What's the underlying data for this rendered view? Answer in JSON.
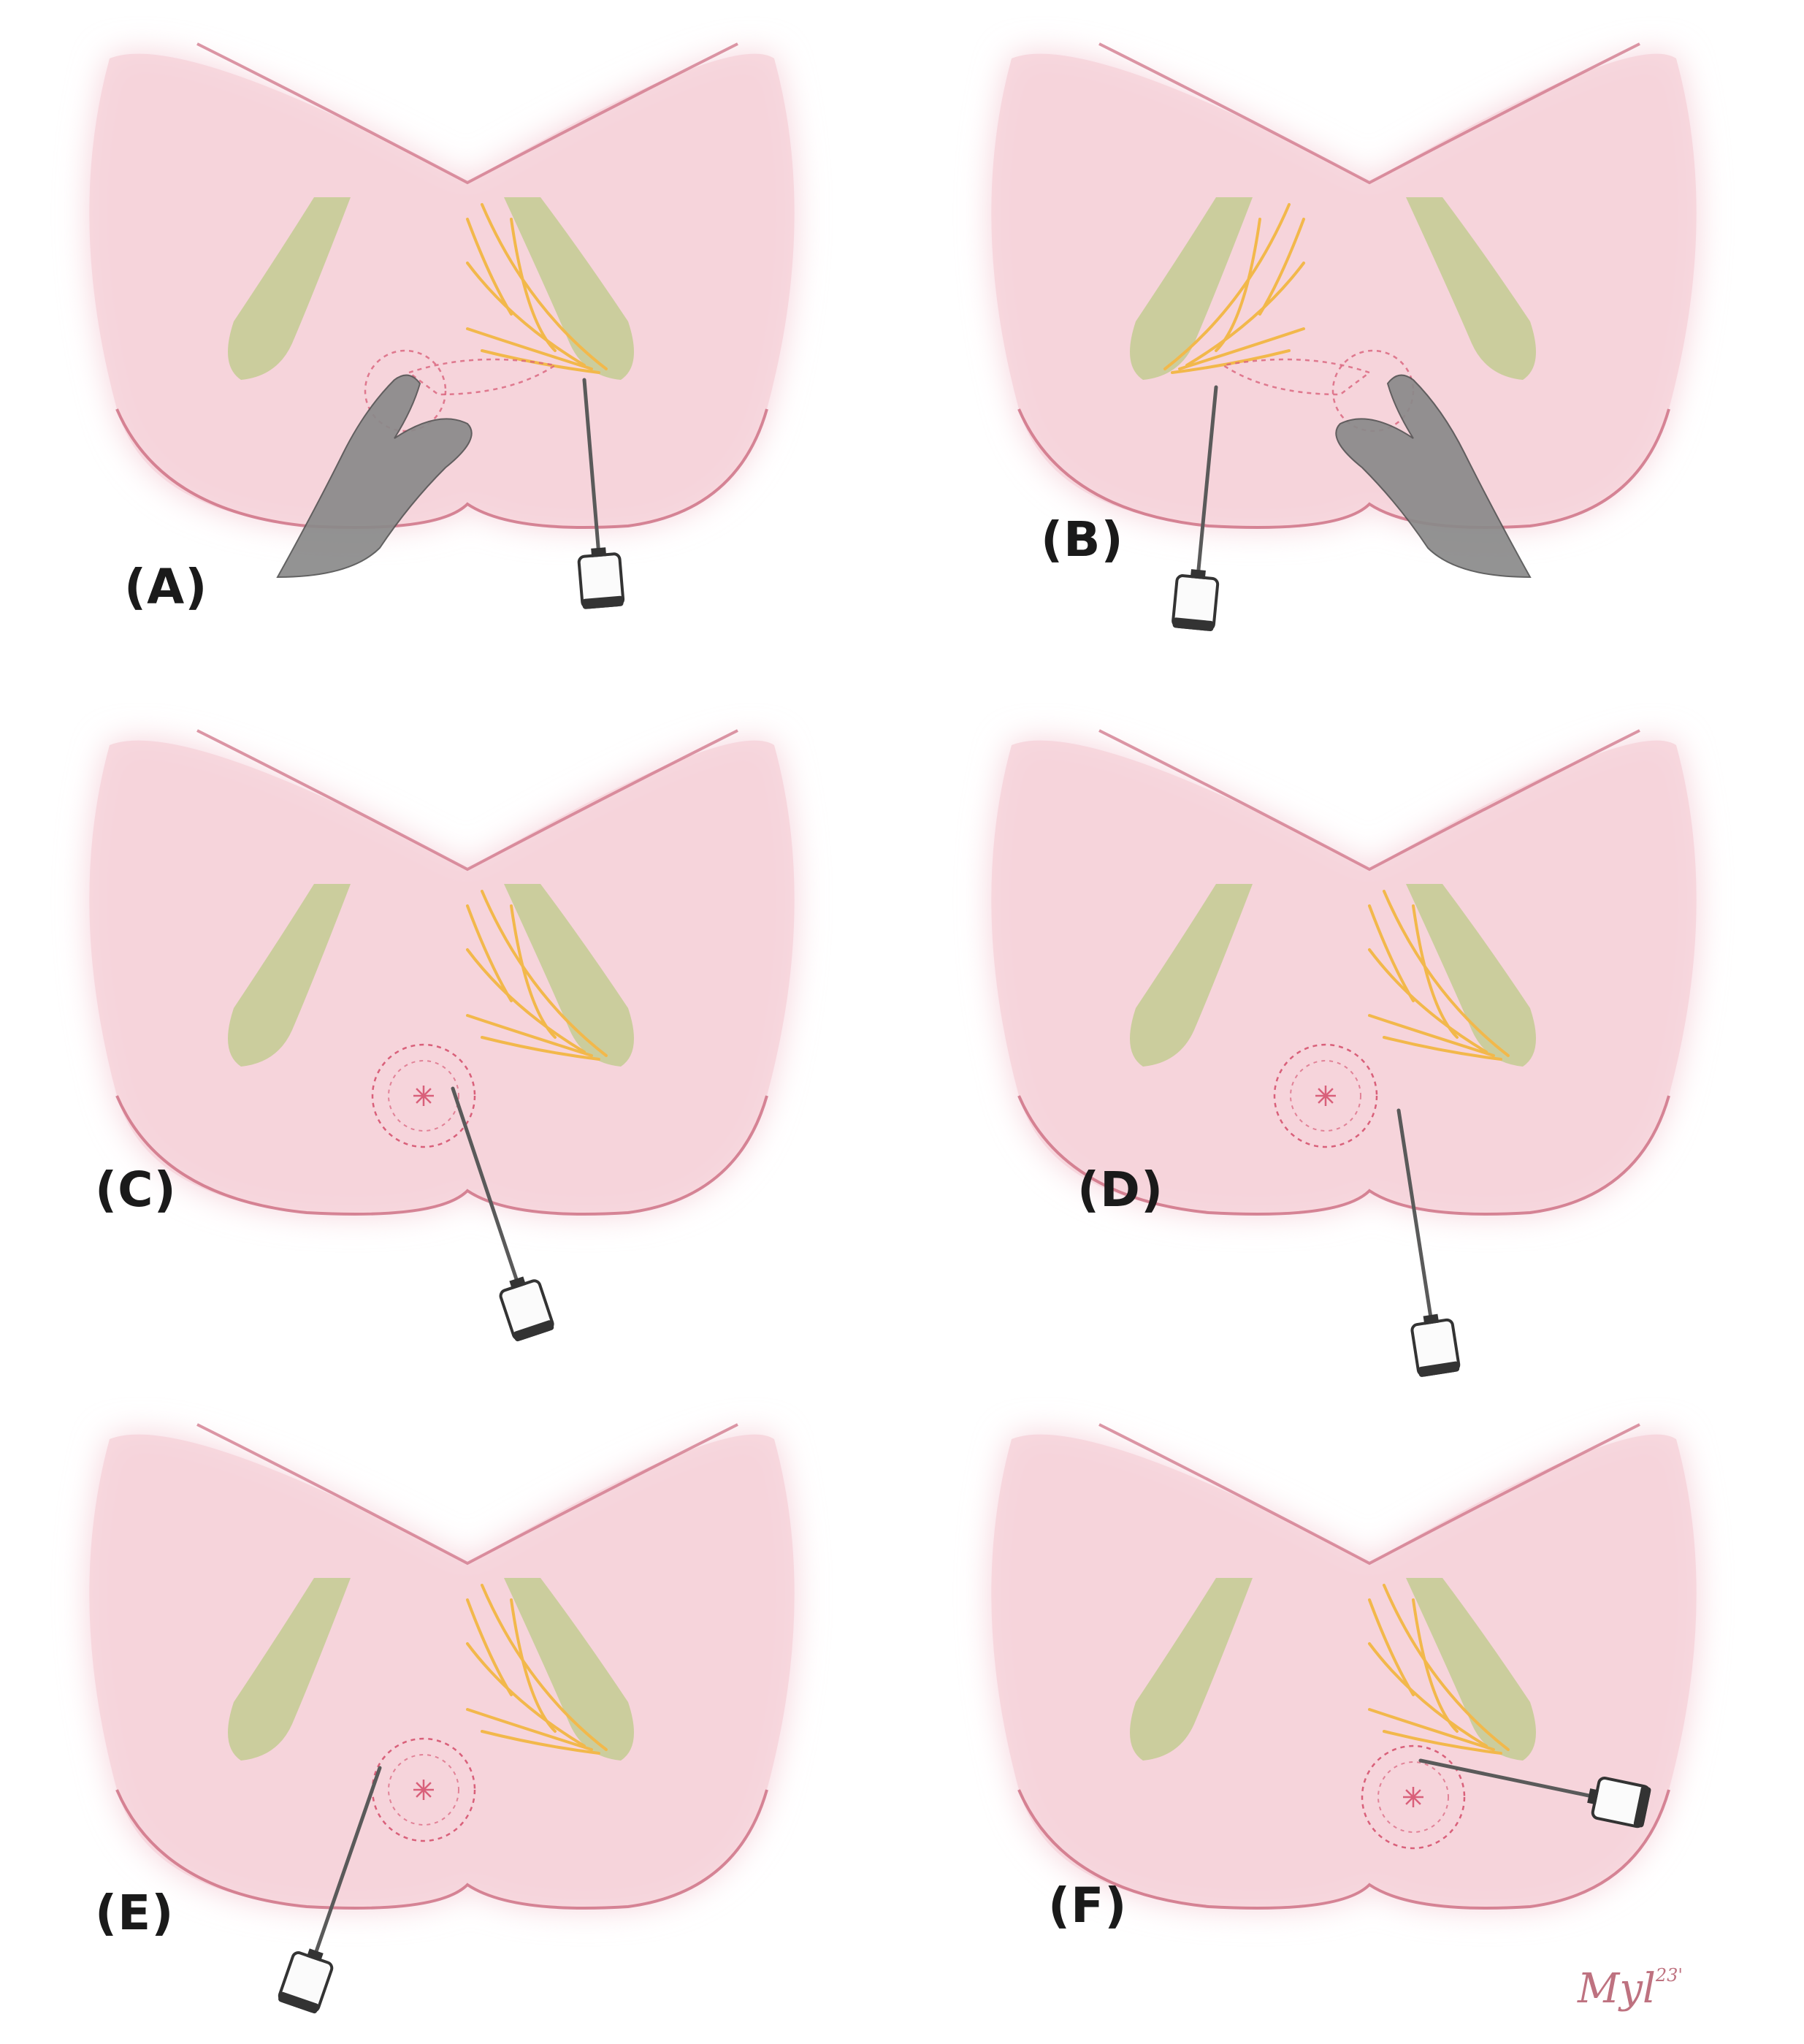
{
  "panels": [
    {
      "id": "A",
      "label": "(A)",
      "needle": "right-ligament-lower",
      "hand": "left",
      "branches": "right",
      "infiltration": false
    },
    {
      "id": "B",
      "label": "(B)",
      "needle": "left-ligament-lower",
      "hand": "right",
      "branches": "left",
      "infiltration": false
    },
    {
      "id": "C",
      "label": "(C)",
      "needle": "below-right",
      "hand": null,
      "branches": "right",
      "infiltration": true
    },
    {
      "id": "D",
      "label": "(D)",
      "needle": "below-center",
      "hand": null,
      "branches": "right",
      "infiltration": true
    },
    {
      "id": "E",
      "label": "(E)",
      "needle": "below-left",
      "hand": null,
      "branches": "right",
      "infiltration": true
    },
    {
      "id": "F",
      "label": "(F)",
      "needle": "lateral-right",
      "hand": null,
      "branches": "right",
      "infiltration": true
    }
  ],
  "signature": {
    "text": "Myl",
    "year": "23'"
  },
  "colors": {
    "skin": "#f6d3db",
    "skin_outline": "#cc6b80",
    "ligament": "#c6cc96",
    "nerve": "#f2b84b",
    "glove": "#8a8a8a",
    "needle": "#5a5a5a",
    "target": "#d9607a"
  }
}
